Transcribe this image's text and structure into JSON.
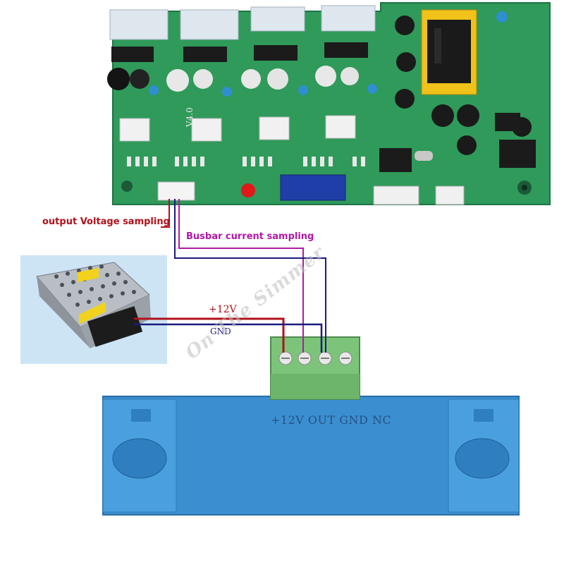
{
  "labels": {
    "output_voltage": "output Voltage sampling",
    "busbar_current": "Busbar current sampling",
    "plus12v": "+12V",
    "gnd": "GND",
    "sensor_pins": "+12V OUT GND NC",
    "board_version": "V4.0"
  },
  "watermark": "On The Simmer",
  "colors": {
    "pcb_green": "#2f9a5a",
    "sensor_blue": "#3b8fd0",
    "terminal_green": "#7cc47a",
    "wire_red": "#b0121b",
    "wire_magenta": "#b01aa6",
    "wire_navy": "#1a1a7e",
    "psu_background": "#cde4f5"
  },
  "icons": {
    "power_supply": "power-supply-module-icon",
    "control_board": "pcb-board-icon",
    "current_sensor": "hall-current-sensor-icon",
    "terminal_block": "screw-terminal-block-icon"
  }
}
